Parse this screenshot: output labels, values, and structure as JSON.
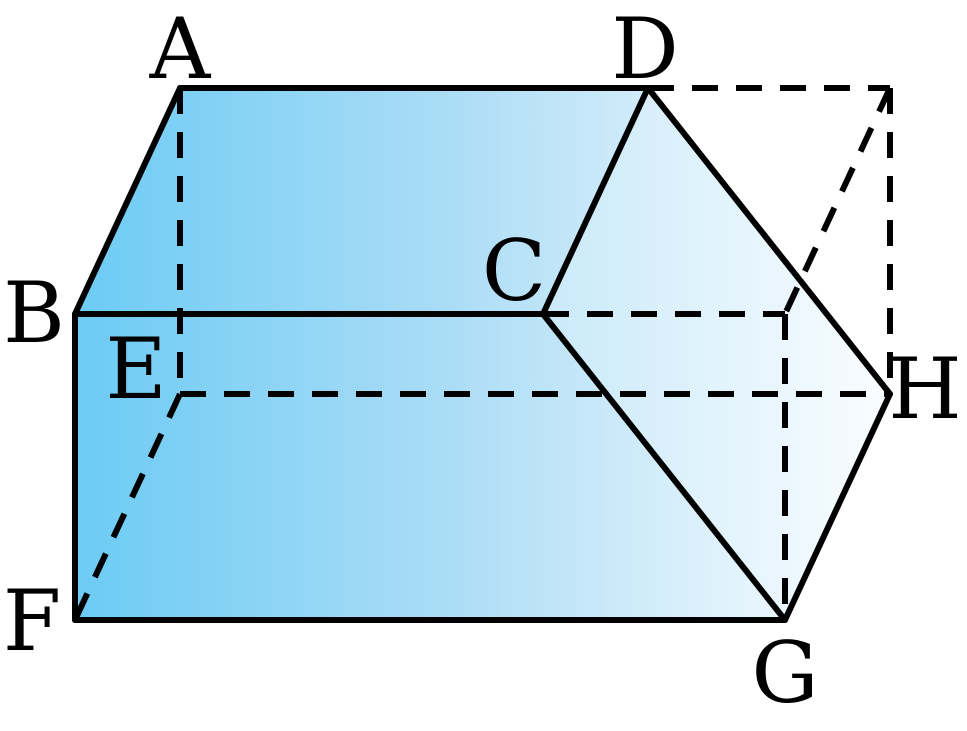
{
  "diagram": {
    "vertices": {
      "A": "A",
      "B": "B",
      "C": "C",
      "D": "D",
      "E": "E",
      "F": "F",
      "G": "G",
      "H": "H"
    },
    "colors": {
      "fill_dark": "#6ccbf4",
      "fill_mid": "#a8dcf6",
      "fill_light": "#ffffff",
      "line": "#000000"
    }
  }
}
